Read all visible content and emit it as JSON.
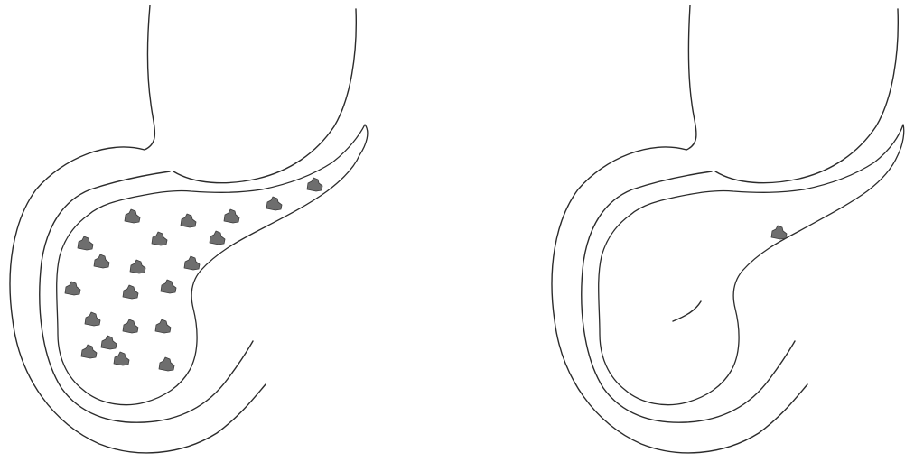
{
  "figure": {
    "panels": [
      {
        "id": "left-panel",
        "cluster_count": 21
      },
      {
        "id": "right-panel",
        "cluster_count": 1
      }
    ],
    "colors": {
      "background": "#ffffff",
      "outline": "#2b2b2b",
      "gland_fill": "#ffffff",
      "cluster_fill": "#6e6e6e",
      "cluster_stroke": "#3c3c3c"
    },
    "icons": {
      "cluster": "islet-cluster-icon"
    }
  }
}
